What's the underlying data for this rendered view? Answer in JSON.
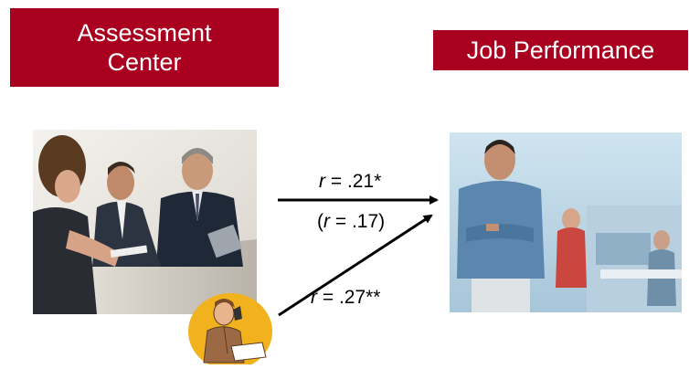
{
  "boxes": {
    "assessment_center_line1": "Assessment",
    "assessment_center_line2": "Center",
    "job_performance": "Job Performance"
  },
  "correlations": {
    "top": {
      "r_symbol": "r",
      "eq": " = ",
      "value": ".21*"
    },
    "middle": {
      "open": "(",
      "r_symbol": "r",
      "eq": " = ",
      "value": ".17)"
    },
    "bottom": {
      "r_symbol": "r",
      "eq": " = ",
      "value": ".27**"
    }
  },
  "colors": {
    "box_fill": "#a8001e",
    "box_text": "#ffffff",
    "arrow": "#000000",
    "icon_circle": "#f2b21d"
  },
  "images": {
    "left_photo": "meeting-photo",
    "right_photo": "office-worker-photo",
    "small_icon": "phone-call-clipart-icon"
  }
}
